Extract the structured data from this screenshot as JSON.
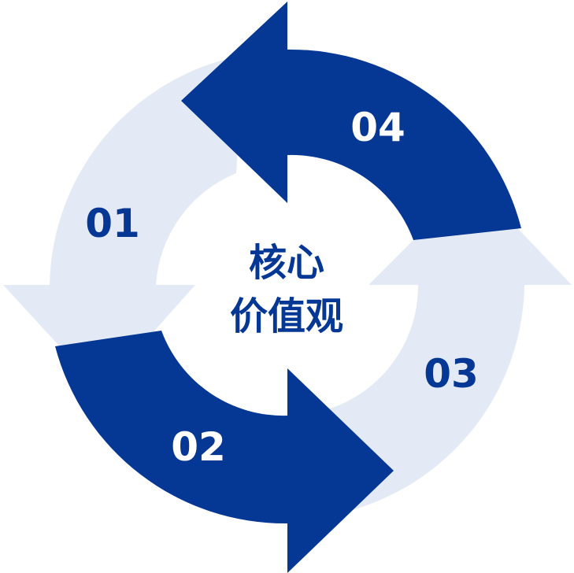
{
  "colors": {
    "dark": "#053795",
    "light": "#e4eaf5",
    "on_dark": "#ffffff",
    "on_light": "#053795"
  },
  "center": {
    "line1": "核心",
    "line2": "价值观"
  },
  "steps": [
    {
      "label": "01",
      "tone": "light"
    },
    {
      "label": "02",
      "tone": "dark"
    },
    {
      "label": "03",
      "tone": "light"
    },
    {
      "label": "04",
      "tone": "dark"
    }
  ]
}
